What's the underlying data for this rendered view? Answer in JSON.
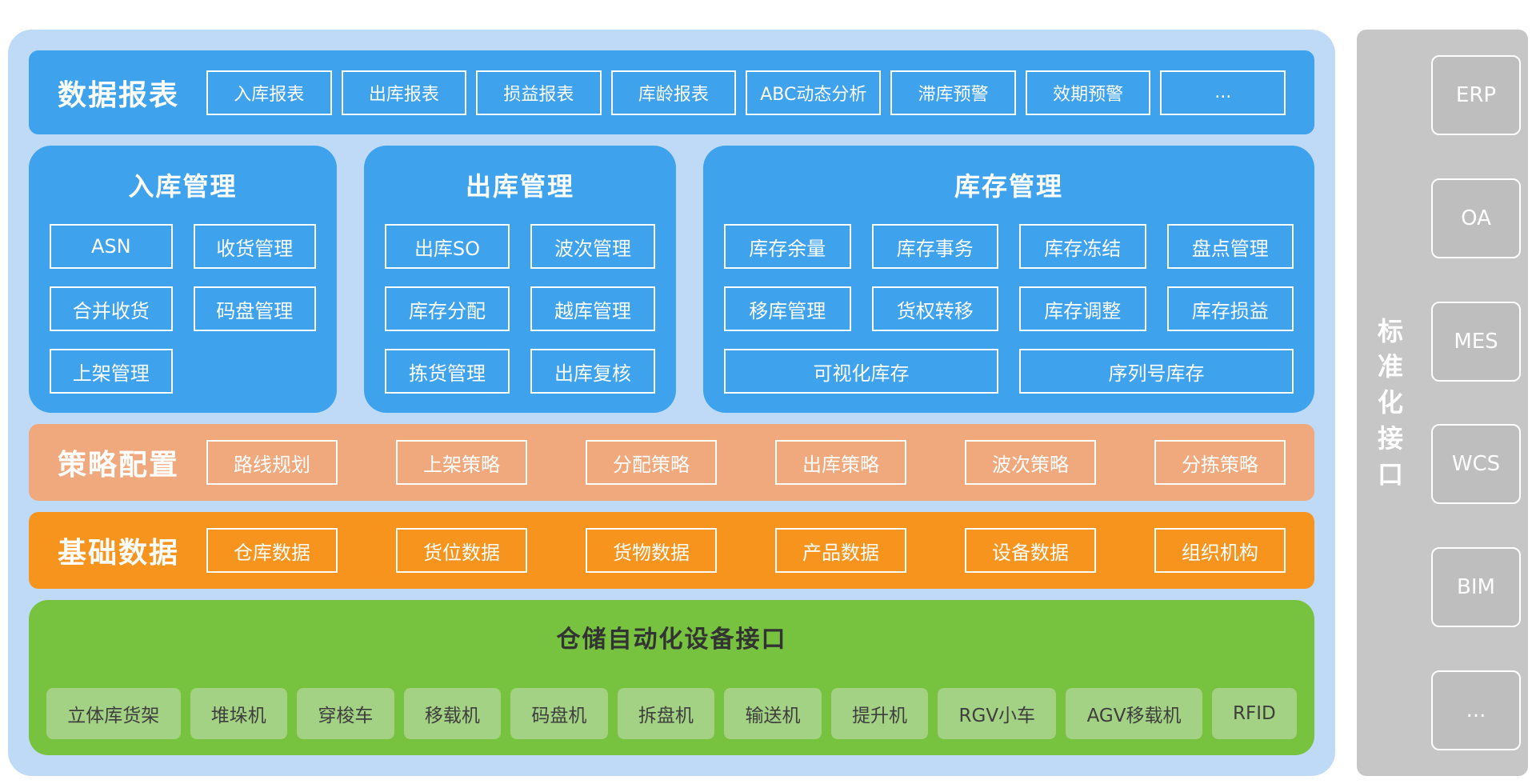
{
  "colors": {
    "container_blue": "#bfdaf6",
    "module_blue": "#3ea2ec",
    "strategy_salmon": "#f0a87d",
    "basic_orange": "#f7941e",
    "automation_green": "#77c33f",
    "device_box_green": "#a4d284",
    "sidebar_gray": "#c6c6c6"
  },
  "main": {
    "reports_bar": {
      "title": "数据报表",
      "items": [
        "入库报表",
        "出库报表",
        "损益报表",
        "库龄报表",
        "ABC动态分析",
        "滞库预警",
        "效期预警",
        "..."
      ]
    },
    "panels": {
      "inbound": {
        "title": "入库管理",
        "items": [
          "ASN",
          "收货管理",
          "合并收货",
          "码盘管理",
          "上架管理"
        ]
      },
      "outbound": {
        "title": "出库管理",
        "items": [
          "出库SO",
          "波次管理",
          "库存分配",
          "越库管理",
          "拣货管理",
          "出库复核"
        ]
      },
      "inventory": {
        "title": "库存管理",
        "items": [
          "库存余量",
          "库存事务",
          "库存冻结",
          "盘点管理",
          "移库管理",
          "货权转移",
          "库存调整",
          "库存损益"
        ],
        "wide_items": [
          "可视化库存",
          "序列号库存"
        ]
      }
    },
    "strategy_bar": {
      "title": "策略配置",
      "items": [
        "路线规划",
        "上架策略",
        "分配策略",
        "出库策略",
        "波次策略",
        "分拣策略"
      ]
    },
    "basic_bar": {
      "title": "基础数据",
      "items": [
        "仓库数据",
        "货位数据",
        "货物数据",
        "产品数据",
        "设备数据",
        "组织机构"
      ]
    },
    "automation": {
      "title": "仓储自动化设备接口",
      "items": [
        "立体库货架",
        "堆垛机",
        "穿梭车",
        "移载机",
        "码盘机",
        "拆盘机",
        "输送机",
        "提升机",
        "RGV小车",
        "AGV移载机",
        "RFID"
      ]
    }
  },
  "sidebar": {
    "title": "标准化接口",
    "items": [
      "ERP",
      "OA",
      "MES",
      "WCS",
      "BIM",
      "..."
    ]
  }
}
